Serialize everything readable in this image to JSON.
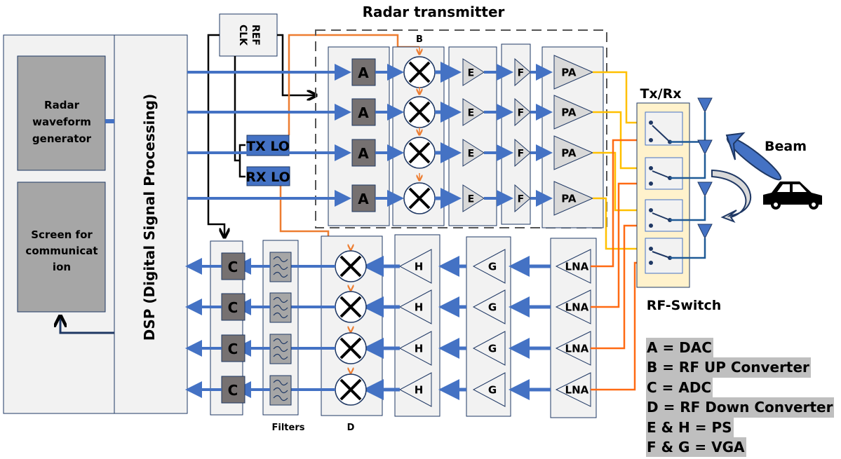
{
  "title": "Radar transmitter",
  "left_panel": {
    "waveform_generator": [
      "Radar",
      "waveform",
      "generator"
    ],
    "screen": [
      "Screen for",
      "communicat",
      "ion"
    ],
    "dsp_label": "DSP (Digital Signal Processing)"
  },
  "ref_clk": [
    "REF",
    "CLK"
  ],
  "tx_lo": "TX LO",
  "rx_lo": "RX LO",
  "tx_chain": {
    "dac": "A",
    "mixer_label": "B",
    "ps": "E",
    "vga": "F",
    "pa": "PA",
    "channels": 4
  },
  "rx_chain": {
    "adc": "C",
    "mixer_label": "D",
    "ps": "H",
    "vga": "G",
    "lna": "LNA",
    "filters_label": "Filters",
    "channels": 4
  },
  "switch": {
    "top_label": "Tx/Rx",
    "bottom_label": "RF-Switch"
  },
  "beam_label": "Beam",
  "legend": [
    "A = DAC",
    "B = RF UP Converter",
    "C = ADC",
    "D = RF Down Converter",
    "E & H = PS",
    "F & G = VGA"
  ],
  "colors": {
    "signal": "#4472c4",
    "lo_line": "#ed7d31",
    "tx_out": "#ffc000",
    "rx_in": "#ff6a13",
    "block_fill": "#f2f2f2",
    "block_border": "#1f3864",
    "dac_adc_fill": "#767171",
    "gen_fill": "#a6a6a6",
    "switch_fill": "#fff2cc"
  }
}
